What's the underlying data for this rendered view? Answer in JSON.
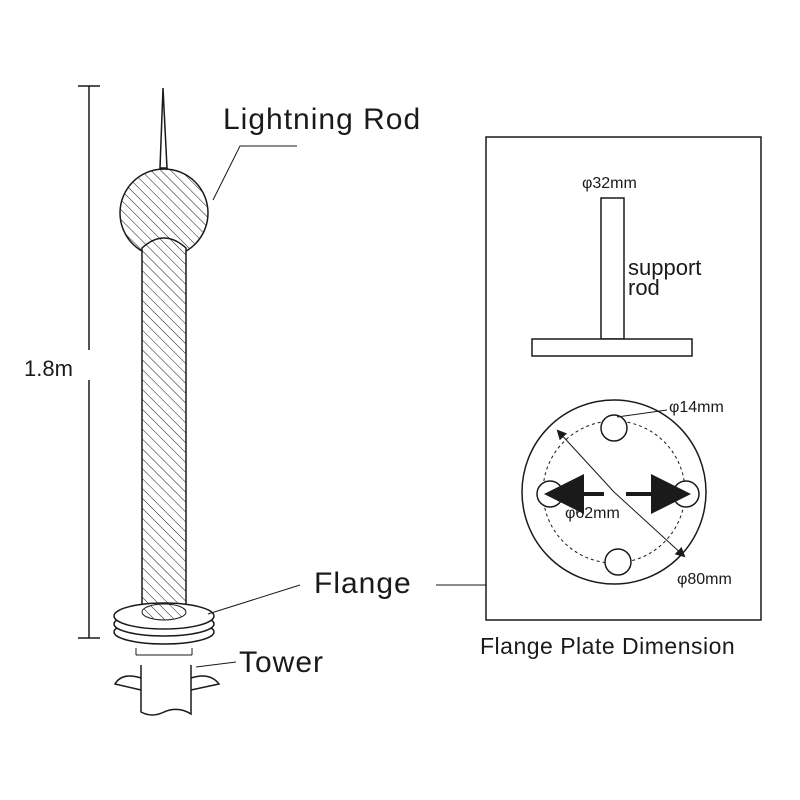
{
  "height_label": "1.8m",
  "labels": {
    "lightning_rod": "Lightning Rod",
    "flange": "Flange",
    "tower": "Tower"
  },
  "plate_panel": {
    "support_diameter": "φ32mm",
    "support_rod_line1": "support",
    "support_rod_line2": "rod",
    "hole_diameter": "φ14mm",
    "bolt_circle_diameter": "φ62mm",
    "outer_diameter": "φ80mm",
    "caption": "Flange Plate Dimension"
  },
  "colors": {
    "line": "#1a1a1a",
    "background": "#ffffff"
  }
}
